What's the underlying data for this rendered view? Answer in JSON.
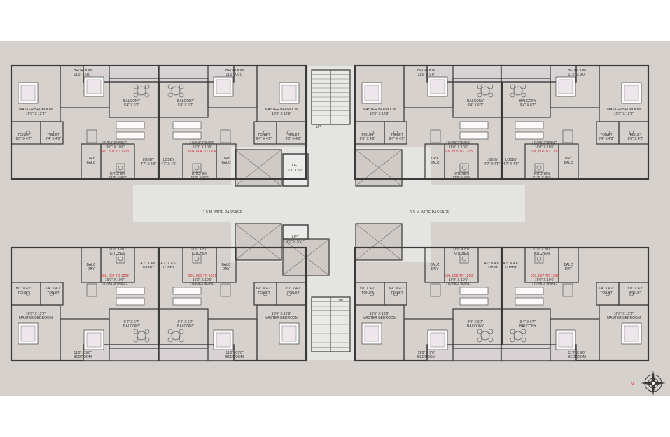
{
  "colors": {
    "background": "#ffffff",
    "site": "#d6d1cd",
    "floor": "#ede6ea",
    "passage": "#e4e4e2",
    "wall": "#3a3a3a",
    "unit_number": "#d12b2b"
  },
  "common": {
    "passage_left": "1.5 M WIDE PASSAGE",
    "passage_right": "1.5 M WIDE PASSAGE",
    "lift_top_label": "LIFT",
    "lift_top_size": "6'3\" X 8'2\"",
    "lift_bottom_label": "LIFT",
    "lift_bottom_size": "6'3\" X 5'11\"",
    "stair_top_mark": "UP",
    "stair_bottom_mark": "UP"
  },
  "flats": {
    "f1": {
      "bedroom": "BEDROOM",
      "bedroom_size": "11'0\" X 9'0\"",
      "master": "MASTER BEDROOM",
      "master_size": "10'0\" X 12'9\"",
      "balcony": "BALCONY",
      "balcony_size": "9'4\" X 6'7\"",
      "toilet1": "TOILET",
      "toilet1_size": "8'0\" X 4'2\"",
      "toilet2": "TOILET",
      "toilet2_size": "6'4\" X 4'2\"",
      "living": "LIVING/DINING",
      "living_size": "16'0\" X 10'6\"",
      "units": "603, 803 TO 1203",
      "lobby": "LOBBY",
      "lobby_size": "4'7\" X 4'6\"",
      "kitchen": "KITCHEN",
      "kitchen_size": "11'0\" X 8'0\"",
      "dry": "DRY",
      "balc": "BALC"
    },
    "f2": {
      "bedroom": "BEDROOM",
      "bedroom_size": "11'0\" X 9'0\"",
      "master": "MASTER BEDROOM",
      "master_size": "10'0\" X 12'9\"",
      "balcony": "BALCONY",
      "balcony_size": "9'4\" X 6'7\"",
      "toilet1": "TOILET",
      "toilet1_size": "8'0\" X 4'2\"",
      "toilet2": "TOILET",
      "toilet2_size": "6'4\" X 4'2\"",
      "living": "LIVING/DINING",
      "living_size": "16'0\" X 10'6\"",
      "units": "604, 804 TO 1204",
      "lobby": "LOBBY",
      "lobby_size": "4'7\" X 4'6\"",
      "kitchen": "KITCHEN",
      "kitchen_size": "11'0\" X 8'0\"",
      "dry": "DRY",
      "balc": "BALC"
    },
    "f3": {
      "bedroom": "BEDROOM",
      "bedroom_size": "11'0\" X 9'0\"",
      "master": "MASTER BEDROOM",
      "master_size": "10'0\" X 12'9\"",
      "balcony": "BALCONY",
      "balcony_size": "9'4\" X 6'7\"",
      "toilet1": "TOILET",
      "toilet1_size": "8'0\" X 4'2\"",
      "toilet2": "TOILET",
      "toilet2_size": "6'4\" X 4'2\"",
      "living": "LIVING/DINING",
      "living_size": "16'0\" X 10'6\"",
      "units": "605, 805 TO 1205",
      "lobby": "LOBBY",
      "lobby_size": "4'7\" X 4'6\"",
      "kitchen": "KITCHEN",
      "kitchen_size": "11'0\" X 8'0\"",
      "dry": "DRY",
      "balc": "BALC"
    },
    "f4": {
      "bedroom": "BEDROOM",
      "bedroom_size": "11'0\" X 9'0\"",
      "master": "MASTER BEDROOM",
      "master_size": "10'0\" X 12'9\"",
      "balcony": "BALCONY",
      "balcony_size": "9'4\" X 6'7\"",
      "toilet1": "TOILET",
      "toilet1_size": "8'0\" X 4'2\"",
      "toilet2": "TOILET",
      "toilet2_size": "6'4\" X 4'2\"",
      "living": "LIVING/DINING",
      "living_size": "16'0\" X 10'6\"",
      "units": "606, 806 TO 1206",
      "lobby": "LOBBY",
      "lobby_size": "4'7\" X 4'6\"",
      "kitchen": "KITCHEN",
      "kitchen_size": "11'0\" X 8'0\"",
      "dry": "DRY",
      "balc": "BALC"
    },
    "f5": {
      "bedroom": "BEDROOM",
      "bedroom_size": "11'0\" X 9'0\"",
      "master": "MASTER BEDROOM",
      "master_size": "10'0\" X 12'9\"",
      "balcony": "BALCONY",
      "balcony_size": "9'4\" X 6'7\"",
      "toilet1": "TOILET",
      "toilet1_size": "8'0\" X 4'2\"",
      "toilet2": "TOILET",
      "toilet2_size": "6'4\" X 4'2\"",
      "living": "LIVING/DINING",
      "living_size": "16'0\" X 10'6\"",
      "units": "602, 802 TO 1202",
      "lobby": "LOBBY",
      "lobby_size": "4'7\" X 4'6\"",
      "kitchen": "KITCHEN",
      "kitchen_size": "11'0\" X 8'0\"",
      "dry": "DRY",
      "balc": "BALC"
    },
    "f6": {
      "bedroom": "BEDROOM",
      "bedroom_size": "11'0\" X 9'0\"",
      "master": "MASTER BEDROOM",
      "master_size": "10'0\" X 12'9\"",
      "balcony": "BALCONY",
      "balcony_size": "9'4\" X 6'7\"",
      "toilet1": "TOILET",
      "toilet1_size": "8'0\" X 4'2\"",
      "toilet2": "TOILET",
      "toilet2_size": "6'4\" X 4'2\"",
      "living": "LIVING/DINING",
      "living_size": "16'0\" X 10'6\"",
      "units": "601, 801 TO 1201",
      "lobby": "LOBBY",
      "lobby_size": "4'7\" X 4'6\"",
      "kitchen": "KITCHEN",
      "kitchen_size": "11'0\" X 8'0\"",
      "dry": "DRY",
      "balc": "BALC"
    },
    "f7": {
      "bedroom": "BEDROOM",
      "bedroom_size": "11'0\" X 9'0\"",
      "master": "MASTER BEDROOM",
      "master_size": "10'0\" X 12'9\"",
      "balcony": "BALCONY",
      "balcony_size": "9'4\" X 6'7\"",
      "toilet1": "TOILET",
      "toilet1_size": "8'0\" X 4'2\"",
      "toilet2": "TOILET",
      "toilet2_size": "6'4\" X 4'2\"",
      "living": "LIVING/DINING",
      "living_size": "16'0\" X 10'6\"",
      "units": "608, 808 TO 1208",
      "lobby": "LOBBY",
      "lobby_size": "4'7\" X 4'6\"",
      "kitchen": "KITCHEN",
      "kitchen_size": "11'0\" X 8'0\"",
      "dry": "DRY",
      "balc": "BALC"
    },
    "f8": {
      "bedroom": "BEDROOM",
      "bedroom_size": "11'0\" X 9'0\"",
      "master": "MASTER BEDROOM",
      "master_size": "10'0\" X 12'9\"",
      "balcony": "BALCONY",
      "balcony_size": "9'4\" X 6'7\"",
      "toilet1": "TOILET",
      "toilet1_size": "8'0\" X 4'2\"",
      "toilet2": "TOILET",
      "toilet2_size": "6'4\" X 4'2\"",
      "living": "LIVING/DINING",
      "living_size": "16'0\" X 10'6\"",
      "units": "607, 807 TO 1207",
      "lobby": "LOBBY",
      "lobby_size": "4'7\" X 4'6\"",
      "kitchen": "KITCHEN",
      "kitchen_size": "11'0\" X 8'0\"",
      "dry": "DRY",
      "balc": "BALC"
    }
  },
  "compass": {
    "north": "N"
  }
}
